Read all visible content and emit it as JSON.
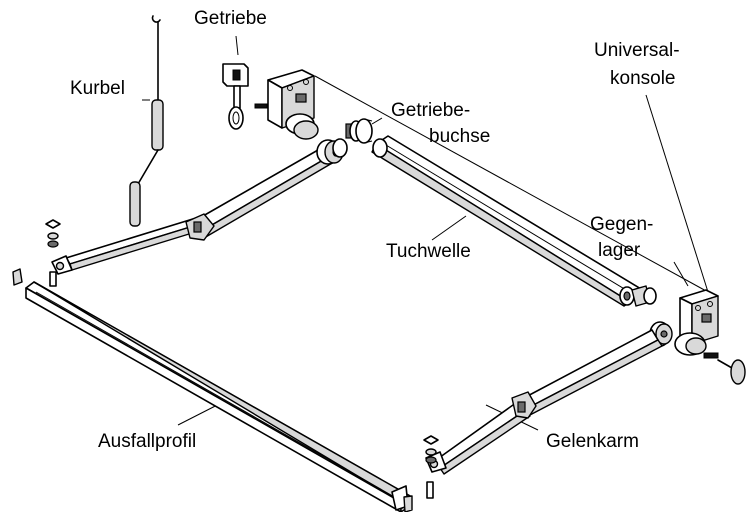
{
  "labels": {
    "getriebe": "Getriebe",
    "kurbel": "Kurbel",
    "universalkonsole_1": "Universal-",
    "universalkonsole_2": "konsole",
    "getriebebuchse_1": "Getriebe-",
    "getriebebuchse_2": "buchse",
    "gegenlager_1": "Gegen-",
    "gegenlager_2": "lager",
    "tuchwelle": "Tuchwelle",
    "ausfallprofil": "Ausfallprofil",
    "gelenkarm": "Gelenkarm"
  },
  "colors": {
    "line": "#000000",
    "fill_light": "#d9d9d9",
    "fill_dark": "#6a6a6a",
    "background": "#ffffff"
  }
}
